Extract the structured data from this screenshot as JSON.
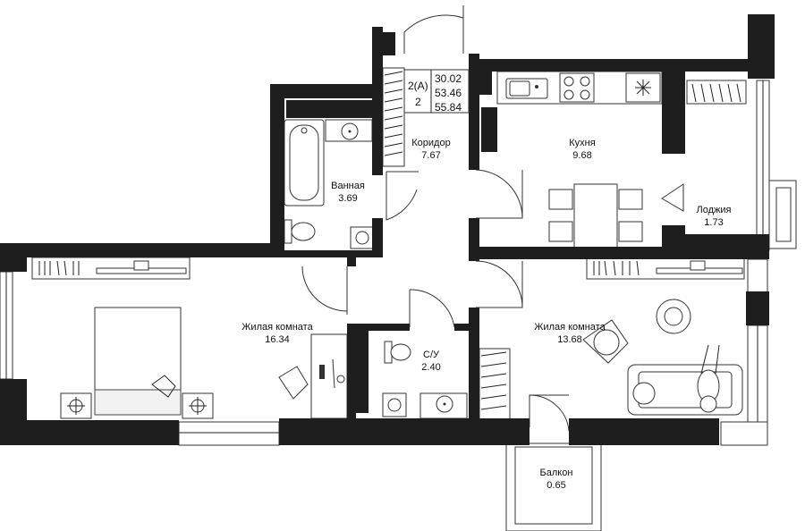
{
  "apartment": {
    "type": "2(A)",
    "rooms": "2",
    "area_living": "30.02",
    "area_total": "53.46",
    "area_total_with_balcony": "55.84"
  },
  "rooms": [
    {
      "key": "corridor",
      "name": "Коридор",
      "area": "7.67"
    },
    {
      "key": "kitchen",
      "name": "Кухня",
      "area": "9.68"
    },
    {
      "key": "bathroom",
      "name": "Ванная",
      "area": "3.69"
    },
    {
      "key": "loggia",
      "name": "Лоджия",
      "area": "1.73"
    },
    {
      "key": "living-left",
      "name": "Жилая комната",
      "area": "16.34"
    },
    {
      "key": "living-right",
      "name": "Жилая комната",
      "area": "13.68"
    },
    {
      "key": "wc",
      "name": "С/У",
      "area": "2.40"
    },
    {
      "key": "balcony",
      "name": "Балкон",
      "area": "0.65"
    }
  ]
}
